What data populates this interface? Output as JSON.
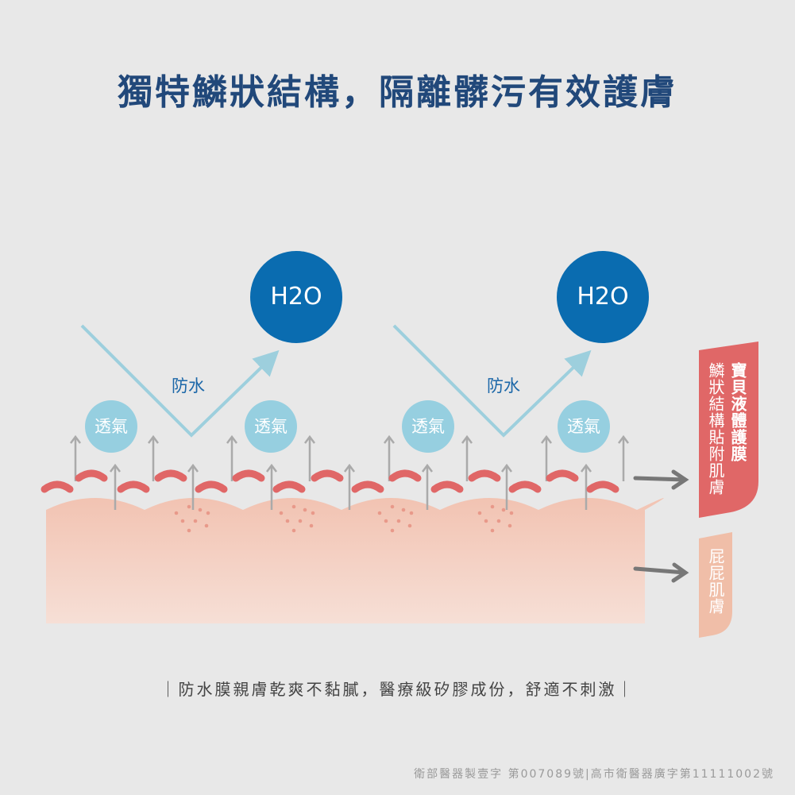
{
  "title": "獨特鱗狀結構，隔離髒污有效護膚",
  "h2o_labels": [
    "H2O",
    "H2O"
  ],
  "waterproof_labels": [
    "防水",
    "防水"
  ],
  "breathable_labels": [
    "透氣",
    "透氣",
    "透氣",
    "透氣"
  ],
  "tag_top": {
    "bold": "寶貝液體護膜",
    "normal": "鱗狀結構貼附肌膚"
  },
  "tag_bottom": "屁屁肌膚",
  "caption": "｜防水膜親膚乾爽不黏膩，醫療級矽膠成份，舒適不刺激｜",
  "footer": "衛部醫器製壹字 第007089號|高市衛醫器廣字第11111002號",
  "colors": {
    "title": "#21487a",
    "h2o": "#0a6cb0",
    "bubble": "#96cfe0",
    "scale": "#e06767",
    "skin": "#f2c4b4",
    "tag_top": "#e06767",
    "tag_bottom": "#f0bea8"
  }
}
